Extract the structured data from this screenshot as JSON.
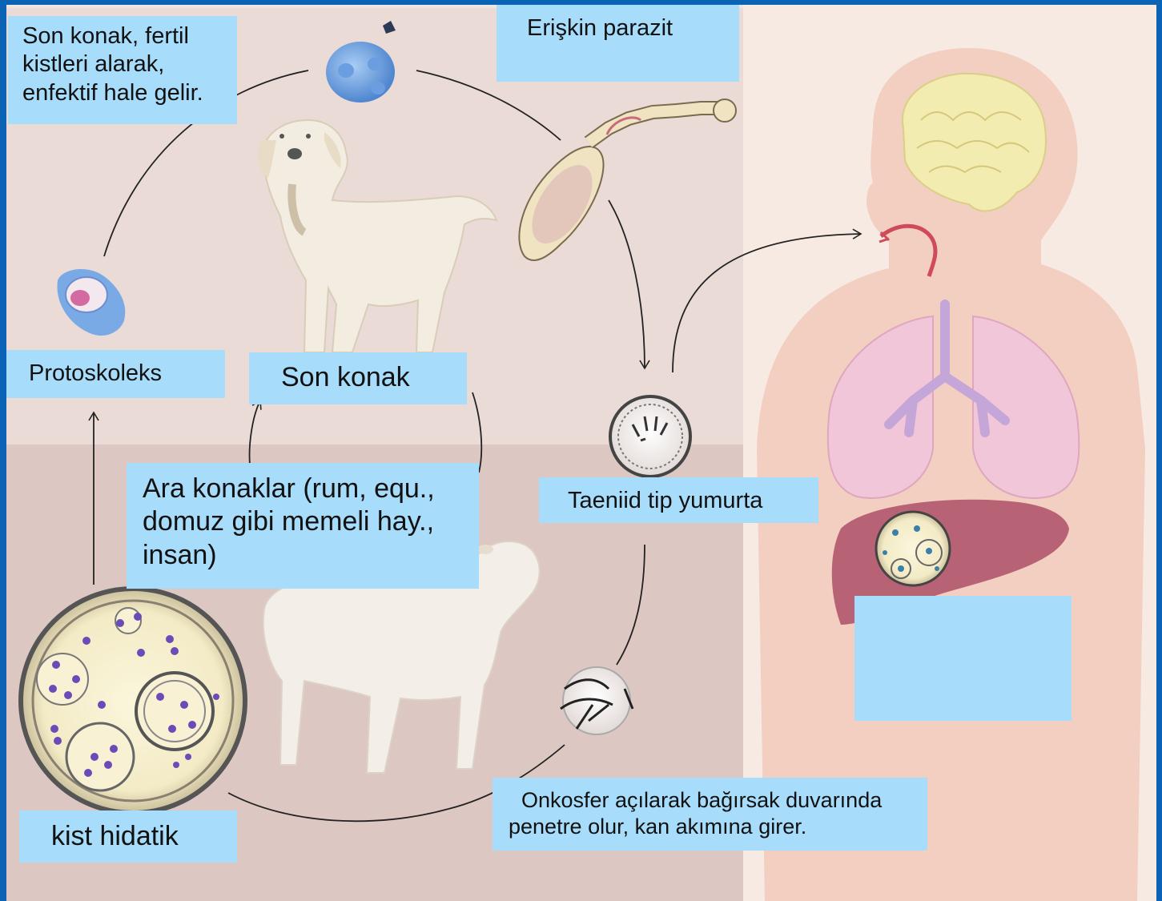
{
  "colors": {
    "label_bg": "#a7dcfb",
    "frame_blue": "#0b63b6",
    "upper_panel": "#eadbd7",
    "lower_panel": "#dcc7c3",
    "right_panel": "#f7eae3"
  },
  "labels": {
    "definitive_host_infection": "Son konak, fertil kistleri alarak, enfektif hale gelir.",
    "adult_parasite": "Erişkin parazit",
    "protoscolex": "Protoskoleks",
    "definitive_host": "Son konak",
    "intermediate_hosts": "Ara konaklar (rum, equ., domuz gibi memeli hay., insan)",
    "taeniid_egg": "Taeniid tip yumurta",
    "hydatid_cyst": "kist hidatik",
    "oncosphere": "Onkosfer açılarak bağırsak duvarında penetre olur, kan akımına girer.",
    "human_liver_box": ""
  },
  "icons": {
    "dog": "dog-illustration",
    "sheep": "sheep-illustration",
    "scolex": "scolex-icon",
    "protoscolex": "protoscolex-icon",
    "adult_worm": "adult-tapeworm-icon",
    "egg": "taeniid-egg-icon",
    "oncosphere": "oncosphere-icon",
    "hydatid_cyst": "hydatid-cyst-icon",
    "human": "human-body-illustration"
  }
}
